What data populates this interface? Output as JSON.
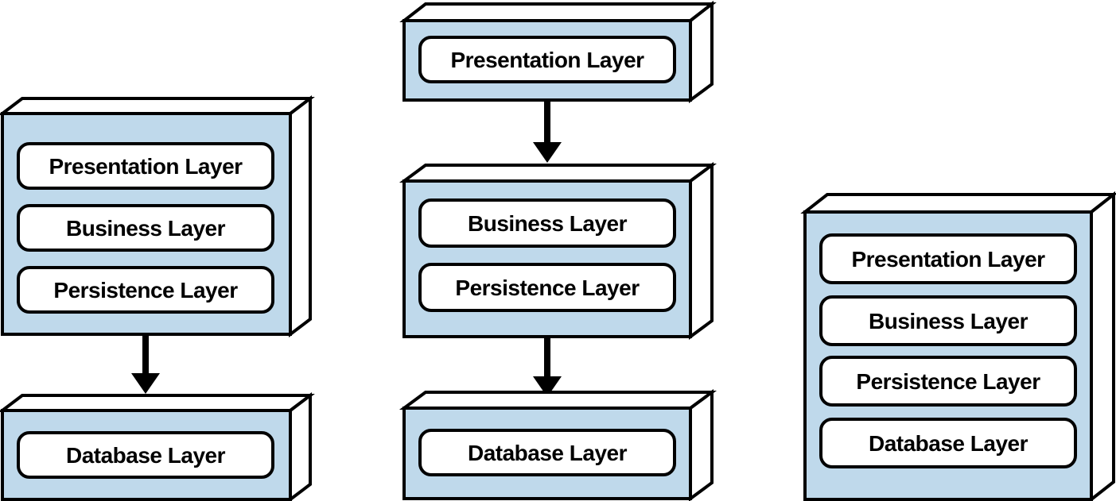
{
  "colors": {
    "box_fill": "#BFD9EB",
    "pill_fill": "#FFFFFF",
    "side_fill": "#FFFFFF",
    "outline": "#000000",
    "canvas_bg": "#FFFFFF"
  },
  "variants": [
    {
      "boxes": [
        {
          "layers": [
            "Presentation Layer",
            "Business Layer",
            "Persistence Layer"
          ]
        },
        {
          "layers": [
            "Database Layer"
          ]
        }
      ]
    },
    {
      "boxes": [
        {
          "layers": [
            "Presentation Layer"
          ]
        },
        {
          "layers": [
            "Business Layer",
            "Persistence Layer"
          ]
        },
        {
          "layers": [
            "Database Layer"
          ]
        }
      ]
    },
    {
      "boxes": [
        {
          "layers": [
            "Presentation Layer",
            "Business Layer",
            "Persistence Layer",
            "Database Layer"
          ]
        }
      ]
    }
  ]
}
